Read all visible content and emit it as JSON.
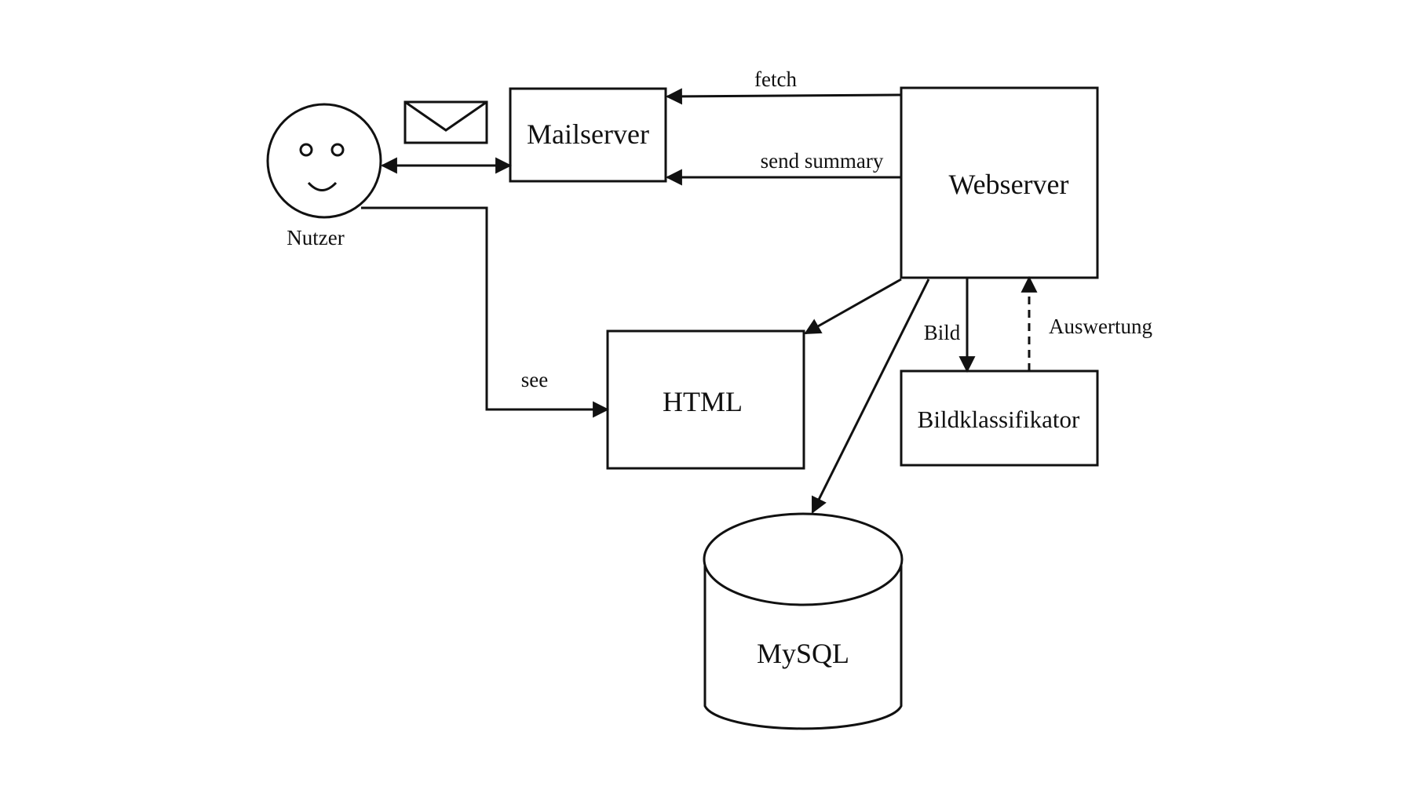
{
  "diagram": {
    "nodes": {
      "user": {
        "label": "Nutzer",
        "icon": "smiley-user-icon"
      },
      "mailserver": {
        "label": "Mailserver"
      },
      "webserver": {
        "label": "Webserver"
      },
      "html": {
        "label": "HTML"
      },
      "classifier": {
        "label": "Bildklassifikator"
      },
      "database": {
        "label": "MySQL"
      },
      "mail_icon": {
        "icon": "envelope-icon"
      }
    },
    "edges": {
      "fetch": {
        "label": "fetch",
        "from": "Webserver",
        "to": "Mailserver"
      },
      "send_summary": {
        "label": "send summary",
        "from": "Webserver",
        "to": "Mailserver"
      },
      "see": {
        "label": "see",
        "from": "Nutzer",
        "to": "HTML"
      },
      "bild": {
        "label": "Bild",
        "from": "Webserver",
        "to": "Bildklassifikator"
      },
      "auswertung": {
        "label": "Auswertung",
        "from": "Bildklassifikator",
        "to": "Webserver",
        "style": "dashed"
      },
      "user_mail": {
        "label": "",
        "from": "Nutzer",
        "to": "Mailserver",
        "style": "bidirectional"
      },
      "web_html": {
        "label": "",
        "from": "Webserver",
        "to": "HTML"
      },
      "web_mysql": {
        "label": "",
        "from": "Webserver",
        "to": "MySQL"
      }
    }
  }
}
